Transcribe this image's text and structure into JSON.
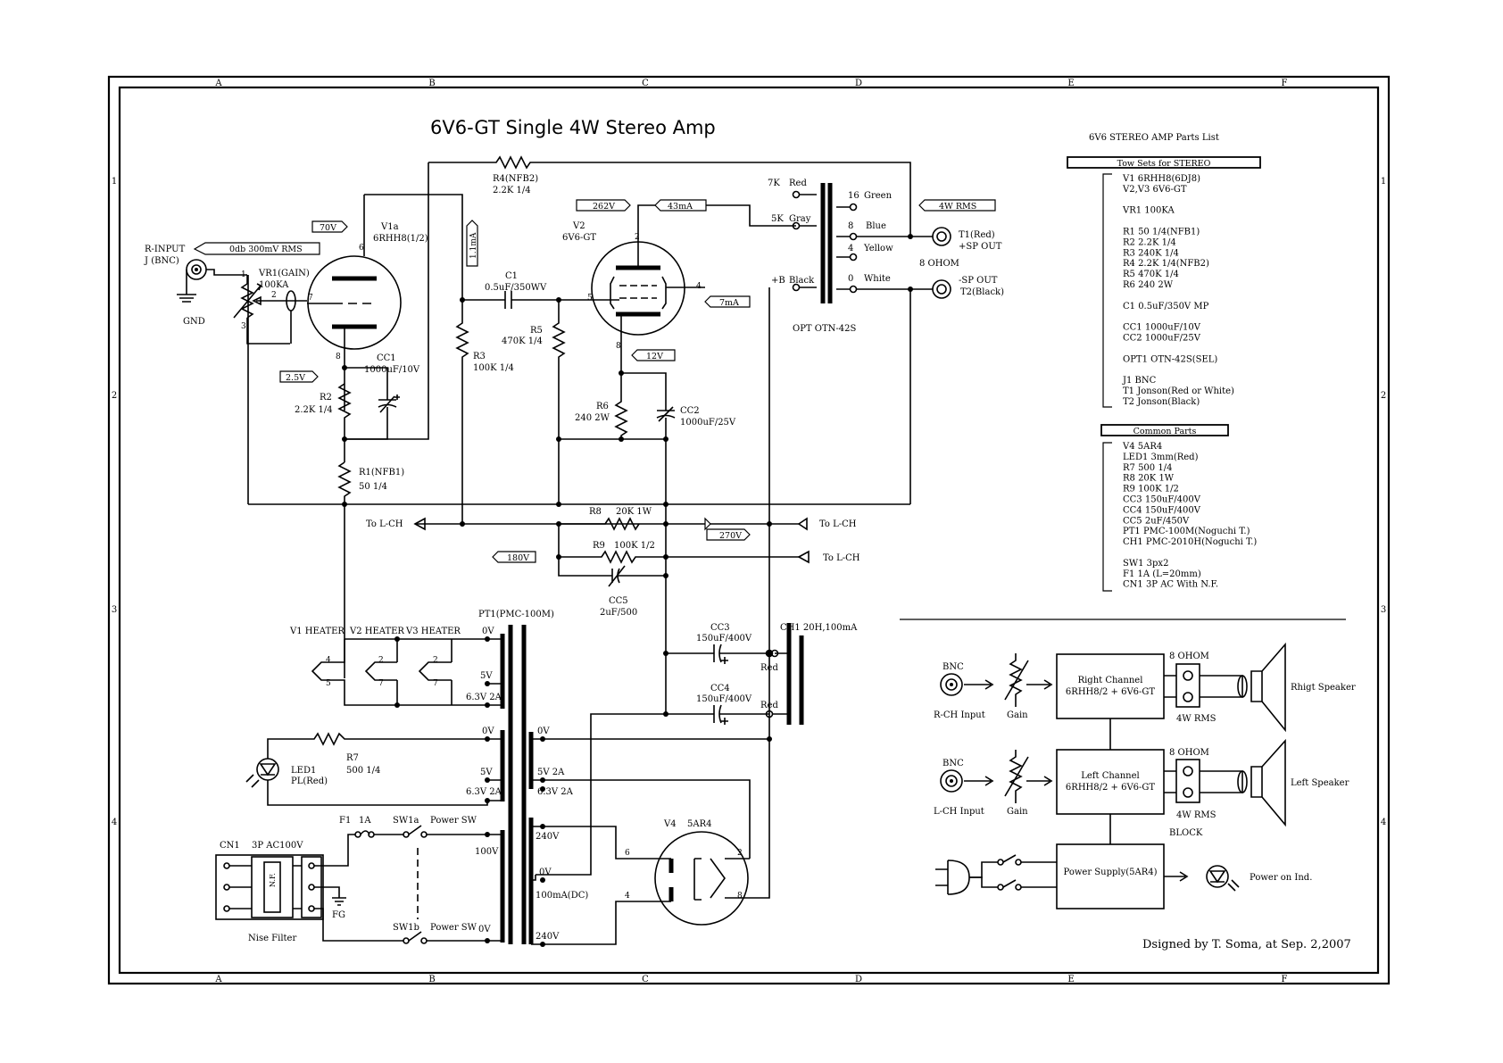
{
  "title": "6V6-GT Single 4W Stereo Amp",
  "designer": "Dsigned by T. Soma, at Sep. 2,2007",
  "grid": {
    "cols": [
      "A",
      "B",
      "C",
      "D",
      "E",
      "F"
    ],
    "rows": [
      "1",
      "2",
      "3",
      "4"
    ]
  },
  "labels": {
    "r_input": "R-INPUT",
    "j_bnc": "J (BNC)",
    "gnd": "GND",
    "in_level": "0db 300mV RMS",
    "vr1_name": "VR1(GAIN)",
    "vr1_val": "100KA",
    "v1a_name": "V1a",
    "v1a_type": "6RHH8(1/2)",
    "v2_name": "V2",
    "v2_type": "6V6-GT",
    "r4_name": "R4(NFB2)",
    "r4_val": "2.2K 1/4",
    "c1_name": "C1",
    "c1_val": "0.5uF/350WV",
    "r5_name": "R5",
    "r5_val": "470K 1/4",
    "r3_name": "R3",
    "r3_val": "100K 1/4",
    "cc1_name": "CC1",
    "cc1_val": "1000uF/10V",
    "r2_name": "R2",
    "r2_val": "2.2K 1/4",
    "r1_name": "R1(NFB1)",
    "r1_val": "50 1/4",
    "r6_name": "R6",
    "r6_val": "240 2W",
    "cc2_name": "CC2",
    "cc2_val": "1000uF/25V",
    "v70": "70V",
    "v25": "2.5V",
    "v1ma": "1.1mA",
    "v262": "262V",
    "i43": "43mA",
    "i7": "7mA",
    "v12": "12V",
    "v270": "270V",
    "v180": "180V",
    "w4rms": "4W RMS",
    "k7": "7K",
    "red": "Red",
    "k5": "5K",
    "gray": "Gray",
    "pb": "+B",
    "black": "Black",
    "tap16": "16",
    "green": "Green",
    "tap8": "8",
    "blue": "Blue",
    "tap4": "4",
    "yellow": "Yellow",
    "tap0": "0",
    "white": "White",
    "ohm8": "8 OHOM",
    "t1": "T1(Red)",
    "spout_p": "+SP OUT",
    "spout_m": "-SP OUT",
    "t2": "T2(Black)",
    "opt": "OPT OTN-42S",
    "to_lch": "To L-CH",
    "r8_name": "R8",
    "r8_val": "20K 1W",
    "r9_name": "R9",
    "r9_val": "100K 1/2",
    "cc5_name": "CC5",
    "cc5_val": "2uF/500",
    "cc3_name": "CC3",
    "cc3_val": "150uF/400V",
    "cc4_name": "CC4",
    "cc4_val": "150uF/400V",
    "ch1": "CH1 20H,100mA",
    "pt1": "PT1(PMC-100M)",
    "v1h": "V1  HEATER",
    "v2h": "V2  HEATER",
    "v3h": "V3 HEATER",
    "v0": "0V",
    "v5": "5V",
    "v63_2a": "6.3V 2A",
    "r7_name": "R7",
    "r7_val": "500 1/4",
    "led1": "LED1",
    "pl": "PL(Red)",
    "v5_2a": "5V 2A",
    "v240": "240V",
    "ma100": "100mA(DC)",
    "v4": "V4",
    "v4_type": "5AR4",
    "cn1": "CN1",
    "ac": "3P AC100V",
    "f1": "F1",
    "f1_val": "1A",
    "sw1a": "SW1a",
    "sw1b": "SW1b",
    "power_sw": "Power SW",
    "v100": "100V",
    "fg": "FG",
    "nise": "Nise Filter",
    "nf": "N.F.",
    "red_lbl": "Red"
  },
  "pins": {
    "p1": "1",
    "p2": "2",
    "p3": "3",
    "p4": "4",
    "p5": "5",
    "p6": "6",
    "p7": "7",
    "p8": "8"
  },
  "parts_list": {
    "heading": "6V6 STEREO AMP Parts List",
    "stereo_box": "Tow Sets for STEREO",
    "stereo_items": [
      "V1 6RHH8(6DJ8)",
      "V2,V3 6V6-GT",
      "",
      "VR1 100KA",
      "",
      "R1 50 1/4(NFB1)",
      "R2 2.2K 1/4",
      "R3 240K 1/4",
      "R4 2.2K 1/4(NFB2)",
      "R5 470K 1/4",
      "R6 240 2W",
      "",
      "C1 0.5uF/350V MP",
      "",
      "CC1 1000uF/10V",
      "CC2 1000uF/25V",
      "",
      "OPT1 OTN-42S(SEL)",
      "",
      "J1 BNC",
      "T1 Jonson(Red or White)",
      "T2 Jonson(Black)"
    ],
    "common_box": "Common Parts",
    "common_items": [
      "V4 5AR4",
      "LED1 3mm(Red)",
      "R7 500 1/4",
      "R8 20K 1W",
      "R9 100K 1/2",
      "CC3 150uF/400V",
      "CC4 150uF/400V",
      "CC5 2uF/450V",
      "PT1 PMC-100M(Noguchi T.)",
      "CH1 PMC-2010H(Noguchi T.)",
      "",
      "SW1 3px2",
      "F1 1A (L=20mm)",
      "CN1 3P AC With N.F."
    ]
  },
  "block": {
    "bnc": "BNC",
    "rch_input": "R-CH Input",
    "lch_input": "L-CH Input",
    "gain": "Gain",
    "right_ch": "Right Channel",
    "left_ch": "Left Channel",
    "ch_tubes": "6RHH8/2 + 6V6-GT",
    "ohm8": "8 OHOM",
    "w4rms": "4W RMS",
    "right_spk": "Rhigt Speaker",
    "left_spk": "Left Speaker",
    "block": "BLOCK",
    "psu": "Power Supply(5AR4)",
    "power_ind": "Power on Ind."
  }
}
